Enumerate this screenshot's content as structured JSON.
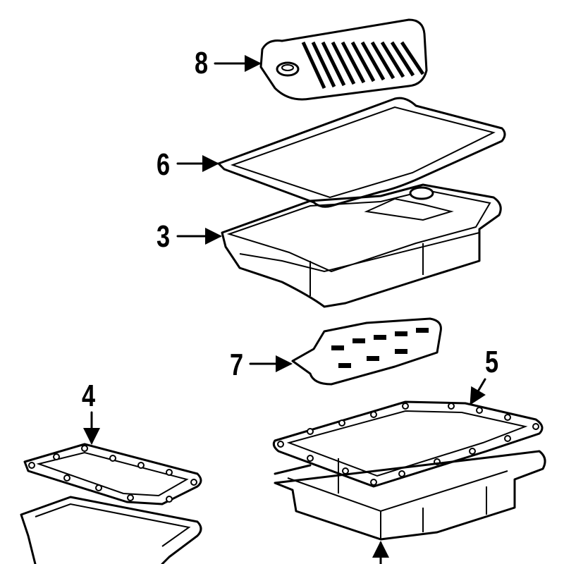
{
  "diagram": {
    "callouts": [
      {
        "id": "8",
        "label": "8",
        "part": "filter"
      },
      {
        "id": "6",
        "label": "6",
        "part": "pan-gasket-upper"
      },
      {
        "id": "3",
        "label": "3",
        "part": "oil-pan-upper"
      },
      {
        "id": "7",
        "label": "7",
        "part": "filter-small"
      },
      {
        "id": "4",
        "label": "4",
        "part": "pan-gasket-left"
      },
      {
        "id": "5",
        "label": "5",
        "part": "pan-gasket-right"
      }
    ],
    "line_color": "#000000",
    "background": "#ffffff"
  }
}
